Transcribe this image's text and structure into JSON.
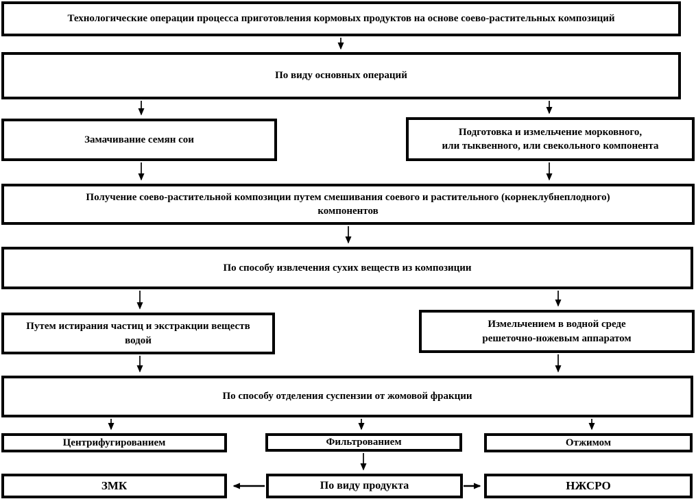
{
  "diagram_title": "Технологические операции процесса приготовления кормовых продуктов на основе соево-растительных композиций",
  "colors": {
    "box_border": "#000000",
    "box_fill": "#ffffff",
    "text": "#000000",
    "arrow": "#000000",
    "page_background": "#ffffff"
  },
  "nodes": [
    {
      "id": "title",
      "text": "Технологические операции процесса приготовления кормовых продуктов на основе соево-растительных композиций"
    },
    {
      "id": "main_operations",
      "text": "По виду основных операций"
    },
    {
      "id": "soaking",
      "text": "Замачивание семян сои"
    },
    {
      "id": "prep_grinding",
      "text": "Подготовка и измельчение морковного,\nили тыквенного, или свекольного компонента"
    },
    {
      "id": "composition",
      "text": "Получение соево-растительной композиции путем смешивания соевого и растительного (корнеклубнеплодного)\nкомпонентов"
    },
    {
      "id": "extraction_method",
      "text": "По способу извлечения сухих веществ из композиции"
    },
    {
      "id": "abrasion",
      "text": "Путем истирания частиц и экстракции веществ\nводой"
    },
    {
      "id": "wet_grinding",
      "text": "Измельчением в водной среде\nрешеточно-ножевым аппаратом"
    },
    {
      "id": "separation_method",
      "text": "По способу отделения суспензии от жомовой фракции"
    },
    {
      "id": "centrifugation",
      "text": "Центрифугированием"
    },
    {
      "id": "filtration",
      "text": "Фильтрованием"
    },
    {
      "id": "pressing",
      "text": "Отжимом"
    },
    {
      "id": "zmk",
      "text": "ЗМК"
    },
    {
      "id": "product_type",
      "text": "По виду продукта"
    },
    {
      "id": "nzhsro",
      "text": "НЖСРО"
    }
  ],
  "edges": [
    {
      "from": "title",
      "to": "main_operations"
    },
    {
      "from": "main_operations",
      "to": "soaking"
    },
    {
      "from": "main_operations",
      "to": "prep_grinding"
    },
    {
      "from": "soaking",
      "to": "composition"
    },
    {
      "from": "prep_grinding",
      "to": "composition"
    },
    {
      "from": "composition",
      "to": "extraction_method"
    },
    {
      "from": "extraction_method",
      "to": "abrasion"
    },
    {
      "from": "extraction_method",
      "to": "wet_grinding"
    },
    {
      "from": "abrasion",
      "to": "separation_method"
    },
    {
      "from": "wet_grinding",
      "to": "separation_method"
    },
    {
      "from": "separation_method",
      "to": "centrifugation"
    },
    {
      "from": "separation_method",
      "to": "filtration"
    },
    {
      "from": "separation_method",
      "to": "pressing"
    },
    {
      "from": "filtration",
      "to": "product_type"
    },
    {
      "from": "product_type",
      "to": "zmk"
    },
    {
      "from": "product_type",
      "to": "nzhsro"
    }
  ]
}
